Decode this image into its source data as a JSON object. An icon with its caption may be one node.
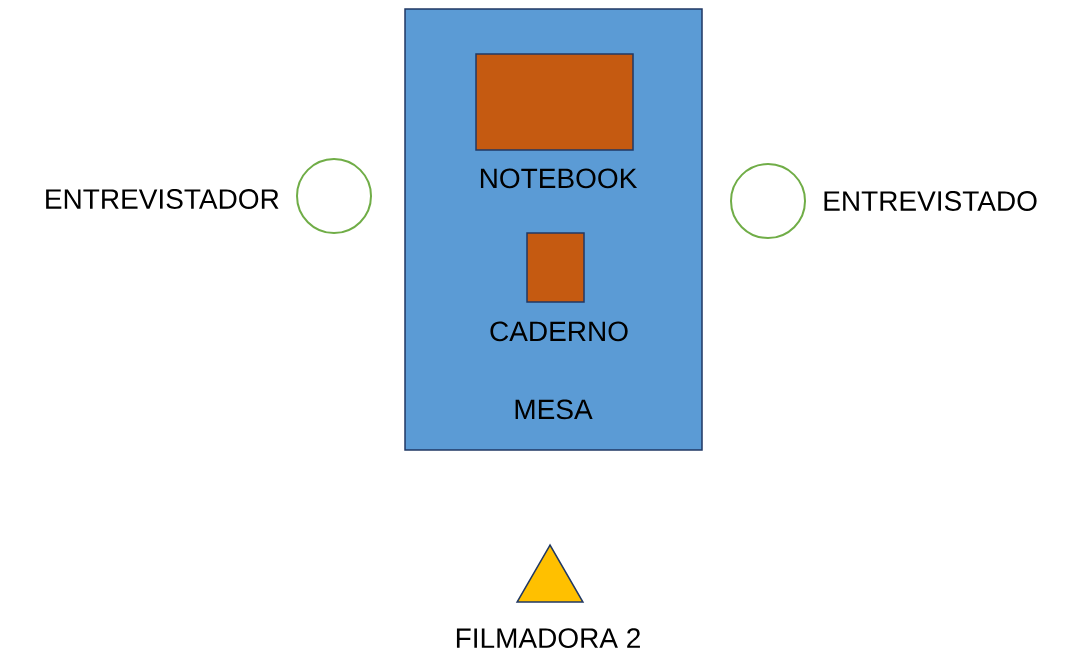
{
  "diagram": {
    "nodes": [
      {
        "text": [
          "MESA"
        ]
      },
      {
        "text": [
          "NOTEBOOK"
        ],
        "in": 0
      },
      {
        "text": [
          "CADERNO"
        ],
        "in": 0
      },
      {
        "text": [],
        "shape": "circle",
        "beside": [
          "ENTREVISTADOR"
        ]
      },
      {
        "text": [],
        "shape": "circle",
        "beside": [
          "ENTREVISTADO"
        ]
      },
      {
        "text": [],
        "shape": "triangle",
        "beside": [
          "FILMADORA 2"
        ]
      }
    ]
  }
}
